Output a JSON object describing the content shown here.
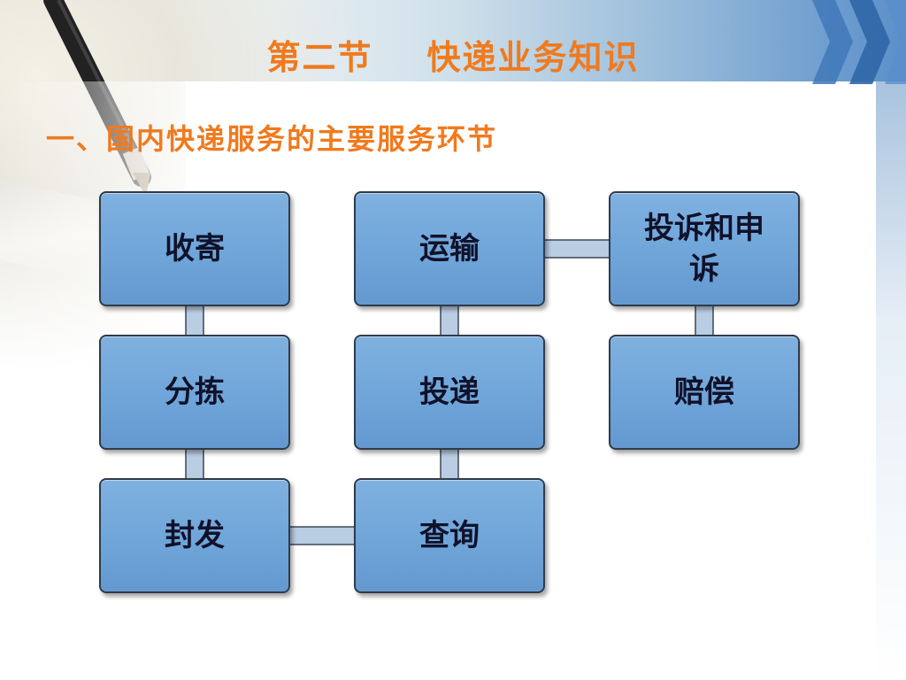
{
  "title": "第二节    快递业务知识",
  "subtitle": "一、国内快递服务的主要服务环节",
  "colors": {
    "title": "#f07a1e",
    "node_fill": "#6ea4d8",
    "node_border": "#2f3b4a",
    "connector": "#b9cde3"
  },
  "nodes": {
    "collect": "收寄",
    "sort": "分拣",
    "dispatch": "封发",
    "transport": "运输",
    "deliver": "投递",
    "inquiry": "查询",
    "complaint": "投诉和申诉",
    "compensation": "赔偿"
  },
  "flow": [
    [
      "collect",
      "sort"
    ],
    [
      "sort",
      "dispatch"
    ],
    [
      "dispatch",
      "inquiry"
    ],
    [
      "inquiry",
      "deliver"
    ],
    [
      "deliver",
      "transport"
    ],
    [
      "transport",
      "complaint"
    ],
    [
      "complaint",
      "compensation"
    ]
  ]
}
